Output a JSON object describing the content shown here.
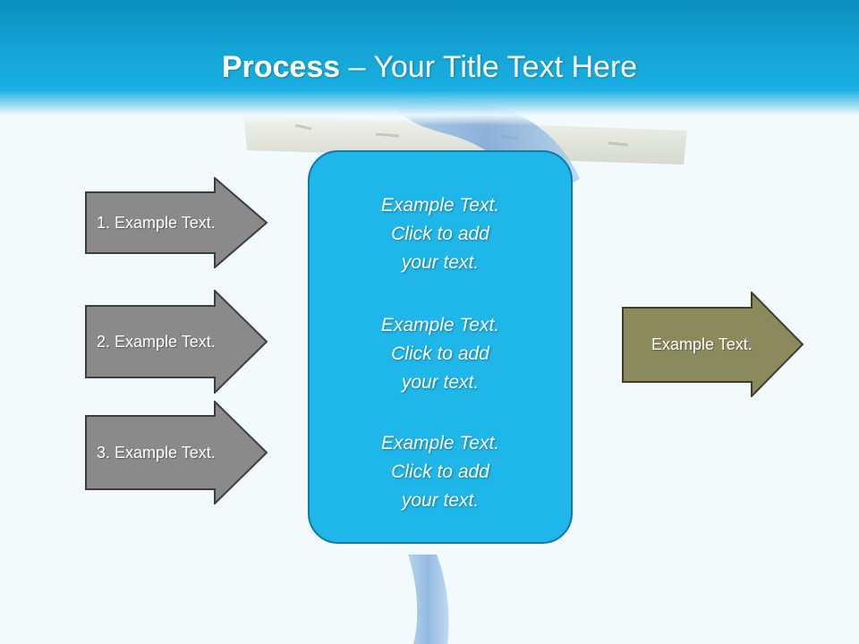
{
  "title": {
    "bold": "Process",
    "rest": " – Your Title Text Here"
  },
  "colors": {
    "header": "#14a4d6",
    "background": "#f2fafd",
    "input_arrow_fill": "#8a8a8a",
    "output_arrow_fill": "#8b8a5c",
    "center_fill": "#1fb6ea",
    "center_border": "#0f7aa6"
  },
  "inputs": [
    {
      "label": "1. Example Text."
    },
    {
      "label": "2. Example Text."
    },
    {
      "label": "3. Example Text."
    }
  ],
  "center": {
    "blocks": [
      {
        "lines": [
          "Example Text.",
          "Click  to add",
          "your text."
        ]
      },
      {
        "lines": [
          "Example Text.",
          "Click  to add",
          "your text."
        ]
      },
      {
        "lines": [
          "Example Text.",
          "Click  to add",
          "your text."
        ]
      }
    ]
  },
  "output": {
    "label": "Example Text."
  }
}
